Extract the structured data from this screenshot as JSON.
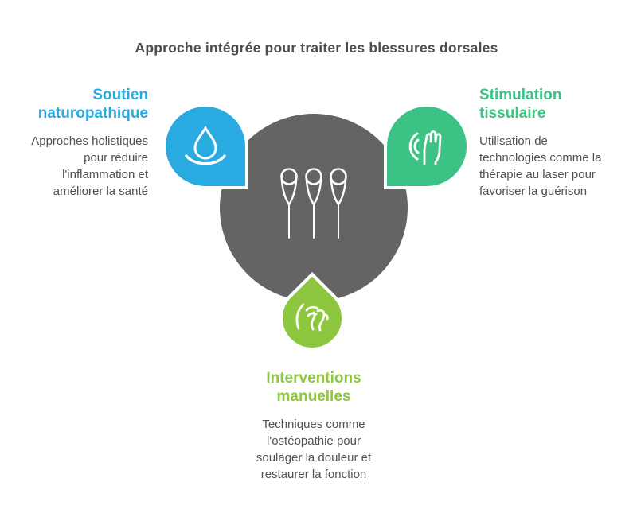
{
  "title": "Approche intégrée pour traiter les blessures dorsales",
  "colors": {
    "blue": "#29ABE2",
    "emerald_green": "#3DC285",
    "olive_green": "#8DC63F",
    "center_circle_gray": "#646464",
    "title_gray": "#4D4D4D",
    "body_text_gray": "#4D5257",
    "background": "#FFFFFF",
    "icon_stroke": "#FFFFFF"
  },
  "center": {
    "icon": "acupuncture-needles-icon"
  },
  "sections": {
    "naturopathic": {
      "icon": "water-drop-icon",
      "heading_lines": [
        "Soutien",
        "naturopathique"
      ],
      "heading": "Soutien naturopathique",
      "body_lines": [
        "Approches holistiques",
        "pour réduire",
        "l'inflammation et",
        "améliorer la santé"
      ],
      "body": "Approches holistiques pour réduire l'inflammation et améliorer la santé"
    },
    "tissue_stimulation": {
      "icon": "hand-stimulation-icon",
      "heading_lines": [
        "Stimulation",
        "tissulaire"
      ],
      "heading": "Stimulation tissulaire",
      "body_lines": [
        "Utilisation de",
        "technologies comme la",
        "thérapie au laser pour",
        "favoriser la guérison"
      ],
      "body": "Utilisation de technologies comme la thérapie au laser pour favoriser la guérison"
    },
    "manual_interventions": {
      "icon": "massage-hand-icon",
      "heading_lines": [
        "Interventions",
        "manuelles"
      ],
      "heading": "Interventions manuelles",
      "body_lines": [
        "Techniques comme",
        "l'ostéopathie pour",
        "soulager la douleur et",
        "restaurer la fonction"
      ],
      "body": "Techniques comme l'ostéopathie pour soulager la douleur et restaurer la fonction"
    }
  }
}
